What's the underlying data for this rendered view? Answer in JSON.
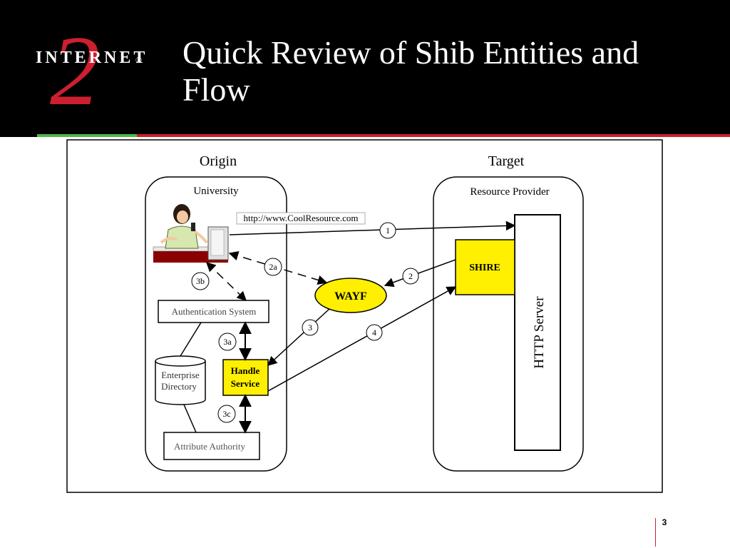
{
  "header": {
    "logo_text": "INTERNET",
    "logo_numeral": "2",
    "logo_mark": "®",
    "title": "Quick Review of Shib Entities and Flow"
  },
  "colors": {
    "header_bg": "#000000",
    "accent_green": "#4db848",
    "accent_red": "#cc1f2f",
    "highlight_yellow": "#ffef00"
  },
  "diagram": {
    "origin_label": "Origin",
    "target_label": "Target",
    "university_label": "University",
    "resource_provider_label": "Resource Provider",
    "url_label": "http://www.CoolResource.com",
    "wayf_label": "WAYF",
    "shire_label": "SHIRE",
    "http_server_label": "HTTP Server",
    "auth_system_label": "Authentication System",
    "enterprise_directory_label": [
      "Enterprise",
      "Directory"
    ],
    "handle_service_label": [
      "Handle",
      "Service"
    ],
    "attribute_authority_label": "Attribute Authority",
    "steps": [
      "1",
      "2",
      "2a",
      "3",
      "3a",
      "3b",
      "3c",
      "4"
    ],
    "user_icon": "user-at-computer-icon"
  },
  "footer": {
    "page_number": "3"
  }
}
